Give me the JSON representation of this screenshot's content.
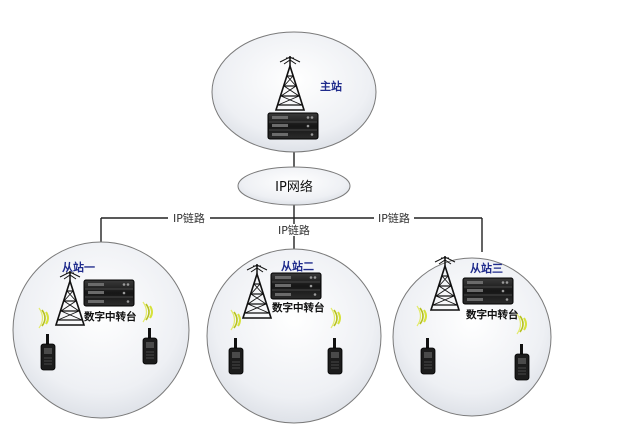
{
  "main_station": {
    "label": "主站"
  },
  "ip_network": {
    "label": "IP网络"
  },
  "links": {
    "left": "IP链路",
    "center": "IP链路",
    "right": "IP链路"
  },
  "sub_stations": [
    {
      "label": "从站一",
      "repeater_label": "数字中转台"
    },
    {
      "label": "从站二",
      "repeater_label": "数字中转台"
    },
    {
      "label": "从站三",
      "repeater_label": "数字中转台"
    }
  ],
  "colors": {
    "station_label": "#1f2b8c",
    "line": "#222222",
    "circle_stroke": "#7a7a7a",
    "signal": "#d6e23a"
  }
}
